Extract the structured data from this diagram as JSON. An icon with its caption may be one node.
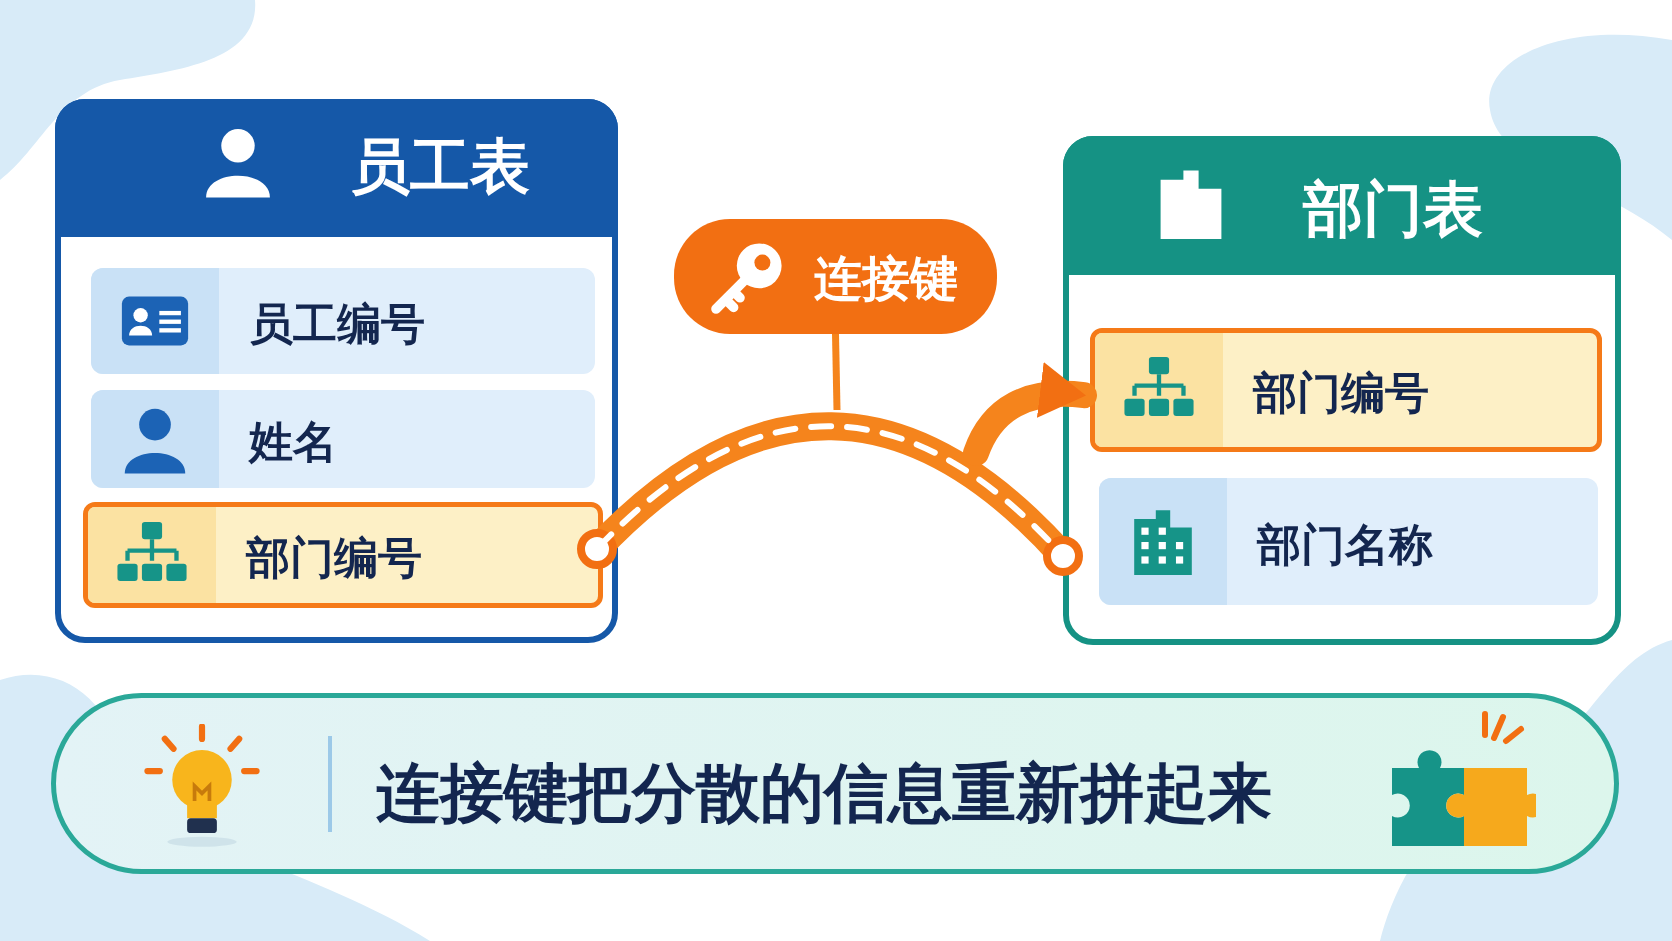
{
  "diagram": {
    "nodes": [
      {
        "text": [
          "员工表"
        ]
      },
      {
        "text": [
          "员工编号"
        ],
        "in": 0
      },
      {
        "text": [
          "姓名"
        ],
        "in": 0
      },
      {
        "text": [
          "部门编号"
        ],
        "in": 0
      },
      {
        "text": [
          "连接键"
        ]
      },
      {
        "text": [
          "部门表"
        ]
      },
      {
        "text": [
          "部门编号"
        ],
        "in": 5
      },
      {
        "text": [
          "部门名称"
        ],
        "in": 5
      },
      {
        "text": [
          "连接键把分散的信息重新拼起来"
        ]
      }
    ],
    "edges": [
      {
        "from": 4,
        "to": null,
        "arrow": "none"
      },
      {
        "from": 3,
        "to": 5,
        "arrow": "other"
      },
      {
        "from": null,
        "to": 6,
        "arrow": "to"
      }
    ]
  }
}
